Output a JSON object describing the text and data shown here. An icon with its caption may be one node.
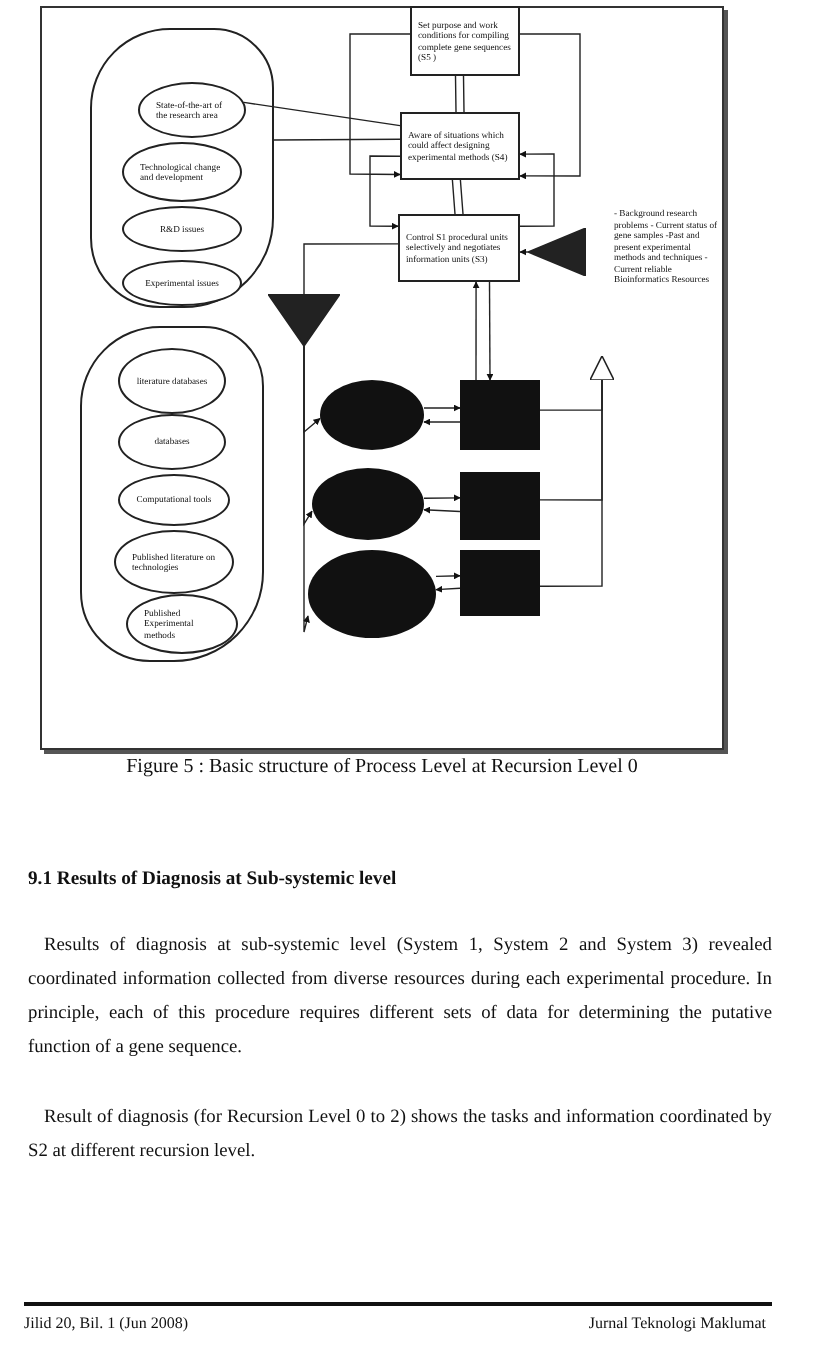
{
  "diagram": {
    "caption": "Figure 5 : Basic structure of Process Level at Recursion Level 0",
    "nodes": [
      {
        "text": [
          "Set purpose and work conditions for compiling complete gene sequences (S5 )"
        ]
      },
      {
        "text": [
          "Aware of situations which could affect designing experimental methods (S4)"
        ]
      },
      {
        "text": [
          "Control S1 procedural units selectively and negotiates information units (S3)"
        ]
      },
      {
        "text": [],
        "shape": "box"
      },
      {
        "text": [
          "State-of-the-art of the research area"
        ],
        "in": 3
      },
      {
        "text": [
          "Technological change and development"
        ],
        "in": 3
      },
      {
        "text": [
          "R&D issues"
        ],
        "in": 3
      },
      {
        "text": [
          "Experimental issues"
        ],
        "in": 3
      },
      {
        "text": [],
        "shape": "box"
      },
      {
        "text": [
          "literature databases"
        ],
        "in": 8
      },
      {
        "text": [
          "databases"
        ],
        "in": 8
      },
      {
        "text": [
          "Computational tools"
        ],
        "in": 8
      },
      {
        "text": [
          "Published literature on technologies"
        ],
        "in": 8
      },
      {
        "text": [
          "Published Experimental methods"
        ],
        "in": 8
      },
      {
        "text": [],
        "shape": "triangle"
      },
      {
        "text": [],
        "shape": "triangle"
      },
      {
        "text": [],
        "shape": "triangle"
      },
      {
        "text": [],
        "shape": "circle"
      },
      {
        "text": [],
        "shape": "circle"
      },
      {
        "text": [],
        "shape": "circle"
      },
      {
        "text": [],
        "shape": "box"
      },
      {
        "text": [],
        "shape": "box"
      },
      {
        "text": [],
        "shape": "box"
      }
    ],
    "edges": [
      {
        "from": 0,
        "to": 1,
        "arrow": "none"
      },
      {
        "from": 0,
        "to": 1,
        "arrow": "to"
      },
      {
        "from": 0,
        "to": 1,
        "arrow": "to"
      },
      {
        "from": 1,
        "to": 2,
        "arrow": "to"
      },
      {
        "from": 2,
        "to": 1,
        "arrow": "to"
      },
      {
        "from": 1,
        "to": 2,
        "arrow": "none"
      },
      {
        "from": 4,
        "to": 1,
        "arrow": "none"
      },
      {
        "from": 3,
        "to": 1,
        "arrow": "none"
      },
      {
        "from": 15,
        "to": 2,
        "arrow": "to"
      },
      {
        "from": 2,
        "to": 14,
        "arrow": "none"
      },
      {
        "from": 14,
        "to": 17,
        "arrow": "to"
      },
      {
        "from": 14,
        "to": 18,
        "arrow": "to"
      },
      {
        "from": 14,
        "to": 19,
        "arrow": "to"
      },
      {
        "from": 2,
        "to": 20,
        "arrow": "to"
      },
      {
        "from": 20,
        "to": 2,
        "arrow": "to"
      },
      {
        "from": 17,
        "to": 20,
        "arrow": "to"
      },
      {
        "from": 20,
        "to": 17,
        "arrow": "to"
      },
      {
        "from": 18,
        "to": 21,
        "arrow": "to"
      },
      {
        "from": 21,
        "to": 18,
        "arrow": "to"
      },
      {
        "from": 19,
        "to": 22,
        "arrow": "to"
      },
      {
        "from": 22,
        "to": 19,
        "arrow": "to"
      },
      {
        "from": 20,
        "to": 16,
        "arrow": "none"
      },
      {
        "from": 21,
        "to": 16,
        "arrow": "none"
      },
      {
        "from": 22,
        "to": 16,
        "arrow": "none"
      }
    ],
    "labels": [
      "- Background research problems - Current status of gene samples -Past and present experimental methods and techniques -Current reliable Bioinformatics Resources",
      "9.1 Results of Diagnosis at Sub-systemic level",
      "Results of diagnosis at sub-systemic level (System 1, System 2 and System 3) revealed coordinated information collected from diverse resources during each experimental procedure. In principle, each of this procedure requires different sets of data for determining the putative function of a gene sequence.",
      "Result of diagnosis (for Recursion Level 0 to 2) shows the tasks and information coordinated by S2 at different recursion level.",
      "Jilid 20, Bil. 1 (Jun 2008)",
      "Jurnal Teknologi Maklumat"
    ]
  }
}
